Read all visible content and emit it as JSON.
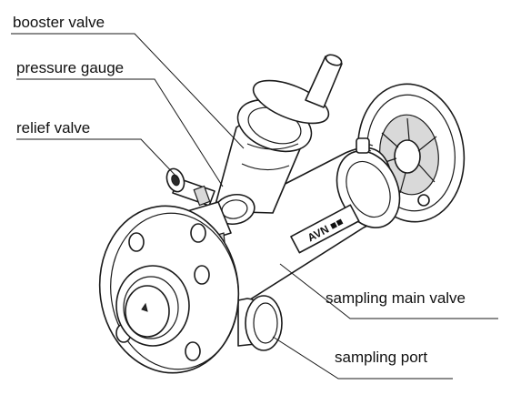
{
  "labels": {
    "booster_valve": "booster valve",
    "pressure_gauge": "pressure gauge",
    "relief_valve": "relief valve",
    "sampling_main_valve": "sampling main valve",
    "sampling_port": "sampling port"
  },
  "nameplate": "AVN ■■"
}
